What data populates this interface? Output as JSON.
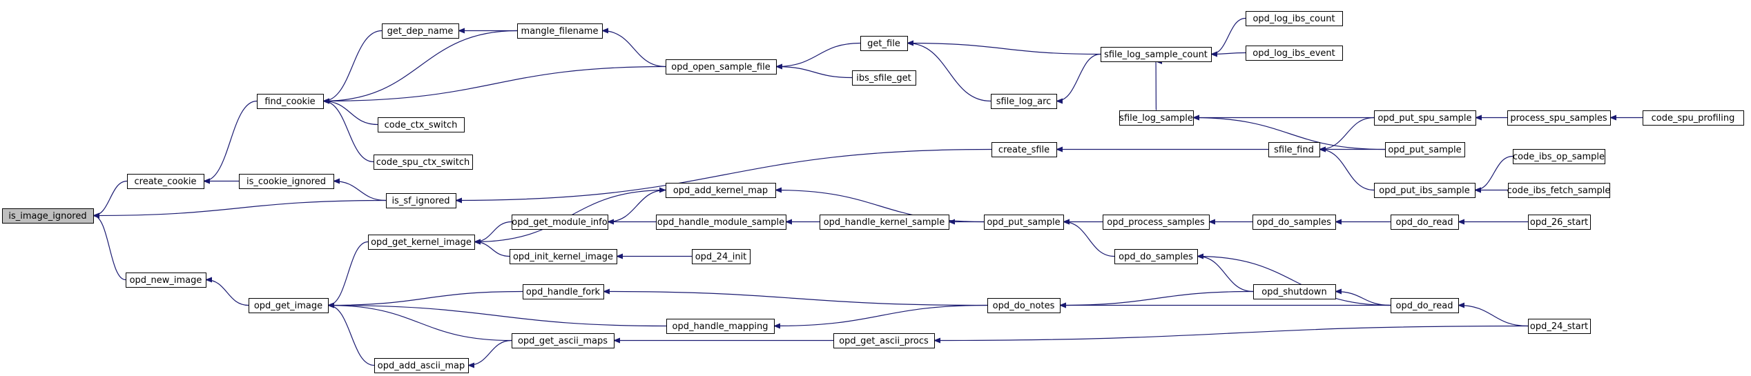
{
  "graph": {
    "colors": {
      "background": "#ffffff",
      "node_fill": "#ffffff",
      "root_fill": "#bfbfbf",
      "node_border": "#000000",
      "edge": "#191970"
    },
    "root_id": "is_image_ignored",
    "nodes": [
      {
        "id": "is_image_ignored",
        "label": "is_image_ignored"
      },
      {
        "id": "create_cookie",
        "label": "create_cookie"
      },
      {
        "id": "opd_new_image",
        "label": "opd_new_image"
      },
      {
        "id": "find_cookie",
        "label": "find_cookie"
      },
      {
        "id": "is_cookie_ignored",
        "label": "is_cookie_ignored"
      },
      {
        "id": "opd_get_image",
        "label": "opd_get_image"
      },
      {
        "id": "get_dep_name",
        "label": "get_dep_name"
      },
      {
        "id": "code_ctx_switch",
        "label": "code_ctx_switch"
      },
      {
        "id": "code_spu_ctx_switch",
        "label": "code_spu_ctx_switch"
      },
      {
        "id": "is_sf_ignored",
        "label": "is_sf_ignored"
      },
      {
        "id": "opd_get_kernel_image",
        "label": "opd_get_kernel_image"
      },
      {
        "id": "opd_add_ascii_map",
        "label": "opd_add_ascii_map"
      },
      {
        "id": "mangle_filename",
        "label": "mangle_filename"
      },
      {
        "id": "opd_add_kernel_map",
        "label": "opd_add_kernel_map"
      },
      {
        "id": "opd_get_module_info",
        "label": "opd_get_module_info"
      },
      {
        "id": "opd_init_kernel_image",
        "label": "opd_init_kernel_image"
      },
      {
        "id": "opd_handle_fork",
        "label": "opd_handle_fork"
      },
      {
        "id": "opd_handle_mapping",
        "label": "opd_handle_mapping"
      },
      {
        "id": "opd_get_ascii_maps",
        "label": "opd_get_ascii_maps"
      },
      {
        "id": "opd_open_sample_file",
        "label": "opd_open_sample_file"
      },
      {
        "id": "opd_handle_module_sample",
        "label": "opd_handle_module_sample"
      },
      {
        "id": "opd_24_init",
        "label": "opd_24_init"
      },
      {
        "id": "get_file",
        "label": "get_file"
      },
      {
        "id": "ibs_sfile_get",
        "label": "ibs_sfile_get"
      },
      {
        "id": "opd_handle_kernel_sample",
        "label": "opd_handle_kernel_sample"
      },
      {
        "id": "opd_get_ascii_procs",
        "label": "opd_get_ascii_procs"
      },
      {
        "id": "sfile_log_arc",
        "label": "sfile_log_arc"
      },
      {
        "id": "create_sfile",
        "label": "create_sfile"
      },
      {
        "id": "opd_put_sample_k",
        "label": "opd_put_sample"
      },
      {
        "id": "opd_do_notes",
        "label": "opd_do_notes"
      },
      {
        "id": "opd_process_samples",
        "label": "opd_process_samples"
      },
      {
        "id": "opd_do_samples_a",
        "label": "opd_do_samples"
      },
      {
        "id": "sfile_log_sample_count",
        "label": "sfile_log_sample_count"
      },
      {
        "id": "sfile_log_sample",
        "label": "sfile_log_sample"
      },
      {
        "id": "sfile_find",
        "label": "sfile_find"
      },
      {
        "id": "opd_do_samples_b",
        "label": "opd_do_samples"
      },
      {
        "id": "opd_shutdown",
        "label": "opd_shutdown"
      },
      {
        "id": "opd_log_ibs_count",
        "label": "opd_log_ibs_count"
      },
      {
        "id": "opd_log_ibs_event",
        "label": "opd_log_ibs_event"
      },
      {
        "id": "opd_put_spu_sample",
        "label": "opd_put_spu_sample"
      },
      {
        "id": "opd_put_sample_2",
        "label": "opd_put_sample"
      },
      {
        "id": "opd_put_ibs_sample",
        "label": "opd_put_ibs_sample"
      },
      {
        "id": "opd_do_read_a",
        "label": "opd_do_read"
      },
      {
        "id": "opd_do_read_b",
        "label": "opd_do_read"
      },
      {
        "id": "process_spu_samples",
        "label": "process_spu_samples"
      },
      {
        "id": "code_ibs_op_sample",
        "label": "code_ibs_op_sample"
      },
      {
        "id": "code_ibs_fetch_sample",
        "label": "code_ibs_fetch_sample"
      },
      {
        "id": "opd_26_start",
        "label": "opd_26_start"
      },
      {
        "id": "opd_24_start",
        "label": "opd_24_start"
      },
      {
        "id": "code_spu_profiling",
        "label": "code_spu_profiling"
      }
    ],
    "edges": [
      {
        "from": "create_cookie",
        "to": "is_image_ignored"
      },
      {
        "from": "is_sf_ignored",
        "to": "is_image_ignored"
      },
      {
        "from": "opd_new_image",
        "to": "is_image_ignored"
      },
      {
        "from": "find_cookie",
        "to": "create_cookie"
      },
      {
        "from": "is_cookie_ignored",
        "to": "create_cookie"
      },
      {
        "from": "opd_get_image",
        "to": "opd_new_image"
      },
      {
        "from": "get_dep_name",
        "to": "find_cookie"
      },
      {
        "from": "mangle_filename",
        "to": "find_cookie"
      },
      {
        "from": "opd_open_sample_file",
        "to": "find_cookie"
      },
      {
        "from": "code_ctx_switch",
        "to": "find_cookie"
      },
      {
        "from": "code_spu_ctx_switch",
        "to": "find_cookie"
      },
      {
        "from": "is_sf_ignored",
        "to": "is_cookie_ignored"
      },
      {
        "from": "create_sfile",
        "to": "is_sf_ignored"
      },
      {
        "from": "mangle_filename",
        "to": "get_dep_name"
      },
      {
        "from": "opd_open_sample_file",
        "to": "mangle_filename"
      },
      {
        "from": "get_file",
        "to": "opd_open_sample_file"
      },
      {
        "from": "ibs_sfile_get",
        "to": "opd_open_sample_file"
      },
      {
        "from": "sfile_log_arc",
        "to": "get_file"
      },
      {
        "from": "sfile_log_sample_count",
        "to": "get_file"
      },
      {
        "from": "sfile_log_sample_count",
        "to": "sfile_log_arc"
      },
      {
        "from": "opd_log_ibs_count",
        "to": "sfile_log_sample_count"
      },
      {
        "from": "opd_log_ibs_event",
        "to": "sfile_log_sample_count"
      },
      {
        "from": "sfile_log_sample",
        "to": "sfile_log_sample_count"
      },
      {
        "from": "opd_put_spu_sample",
        "to": "sfile_log_sample"
      },
      {
        "from": "opd_put_sample_2",
        "to": "sfile_log_sample"
      },
      {
        "from": "process_spu_samples",
        "to": "opd_put_spu_sample"
      },
      {
        "from": "code_spu_profiling",
        "to": "process_spu_samples"
      },
      {
        "from": "sfile_find",
        "to": "create_sfile"
      },
      {
        "from": "opd_put_spu_sample",
        "to": "sfile_find"
      },
      {
        "from": "opd_put_sample_2",
        "to": "sfile_find"
      },
      {
        "from": "opd_put_ibs_sample",
        "to": "sfile_find"
      },
      {
        "from": "code_ibs_op_sample",
        "to": "opd_put_ibs_sample"
      },
      {
        "from": "code_ibs_fetch_sample",
        "to": "opd_put_ibs_sample"
      },
      {
        "from": "opd_get_kernel_image",
        "to": "opd_get_image"
      },
      {
        "from": "opd_handle_fork",
        "to": "opd_get_image"
      },
      {
        "from": "opd_handle_mapping",
        "to": "opd_get_image"
      },
      {
        "from": "opd_get_ascii_maps",
        "to": "opd_get_image"
      },
      {
        "from": "opd_add_ascii_map",
        "to": "opd_get_image"
      },
      {
        "from": "opd_add_kernel_map",
        "to": "opd_get_kernel_image"
      },
      {
        "from": "opd_get_module_info",
        "to": "opd_get_kernel_image"
      },
      {
        "from": "opd_init_kernel_image",
        "to": "opd_get_kernel_image"
      },
      {
        "from": "opd_get_module_info",
        "to": "opd_add_kernel_map"
      },
      {
        "from": "opd_put_sample_k",
        "to": "opd_add_kernel_map"
      },
      {
        "from": "opd_handle_module_sample",
        "to": "opd_get_module_info"
      },
      {
        "from": "opd_handle_kernel_sample",
        "to": "opd_handle_module_sample"
      },
      {
        "from": "opd_put_sample_k",
        "to": "opd_handle_kernel_sample"
      },
      {
        "from": "opd_process_samples",
        "to": "opd_put_sample_k"
      },
      {
        "from": "opd_do_samples_a",
        "to": "opd_put_sample_k"
      },
      {
        "from": "opd_do_samples_b",
        "to": "opd_process_samples"
      },
      {
        "from": "opd_do_read_a",
        "to": "opd_do_samples_b"
      },
      {
        "from": "opd_26_start",
        "to": "opd_do_read_a"
      },
      {
        "from": "opd_shutdown",
        "to": "opd_do_samples_a"
      },
      {
        "from": "opd_do_read_b",
        "to": "opd_do_samples_a"
      },
      {
        "from": "opd_24_init",
        "to": "opd_init_kernel_image"
      },
      {
        "from": "opd_do_notes",
        "to": "opd_handle_fork"
      },
      {
        "from": "opd_do_notes",
        "to": "opd_handle_mapping"
      },
      {
        "from": "opd_shutdown",
        "to": "opd_do_notes"
      },
      {
        "from": "opd_do_read_b",
        "to": "opd_do_notes"
      },
      {
        "from": "opd_do_read_b",
        "to": "opd_shutdown"
      },
      {
        "from": "opd_24_start",
        "to": "opd_do_read_b"
      },
      {
        "from": "opd_get_ascii_maps",
        "to": "opd_add_ascii_map"
      },
      {
        "from": "opd_get_ascii_procs",
        "to": "opd_get_ascii_maps"
      },
      {
        "from": "opd_24_start",
        "to": "opd_get_ascii_procs"
      }
    ]
  }
}
